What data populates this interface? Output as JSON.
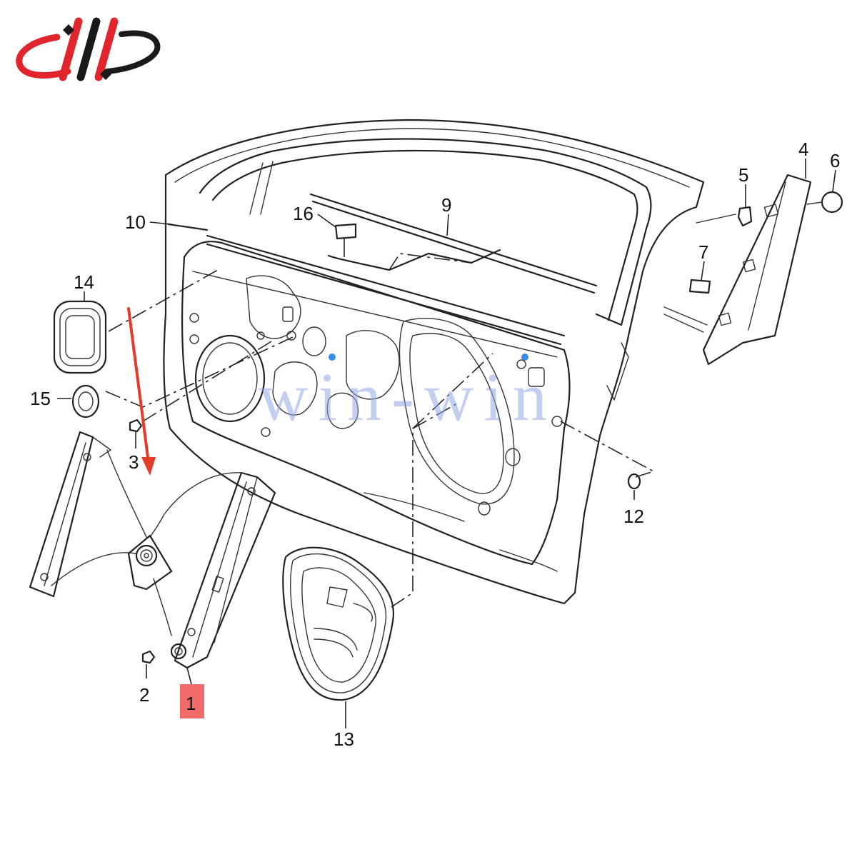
{
  "watermark": "win-win",
  "logo": {
    "name": "brand-logo",
    "colors": {
      "red": "#e0262c",
      "black": "#1a1a1a"
    }
  },
  "highlight": {
    "target": "1",
    "color": "#f26a6a",
    "arrow_color": "#e53b2a"
  },
  "callouts": {
    "c1": "1",
    "c2": "2",
    "c3": "3",
    "c4": "4",
    "c5": "5",
    "c6": "6",
    "c7": "7",
    "c9": "9",
    "c10": "10",
    "c12": "12",
    "c13": "13",
    "c14": "14",
    "c15": "15",
    "c16": "16"
  }
}
